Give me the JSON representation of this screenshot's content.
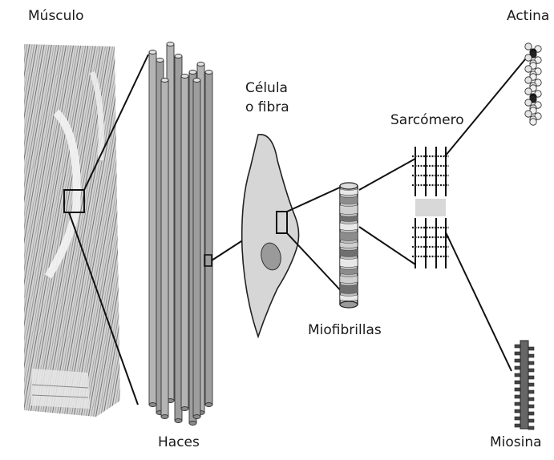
{
  "labels": {
    "musculo": "Músculo",
    "haces": "Haces",
    "celula_line1": "Célula",
    "celula_line2": "o fibra",
    "miofibrillas": "Miofibrillas",
    "sarcomero": "Sarcómero",
    "actina": "Actina",
    "miosina": "Miosina"
  }
}
